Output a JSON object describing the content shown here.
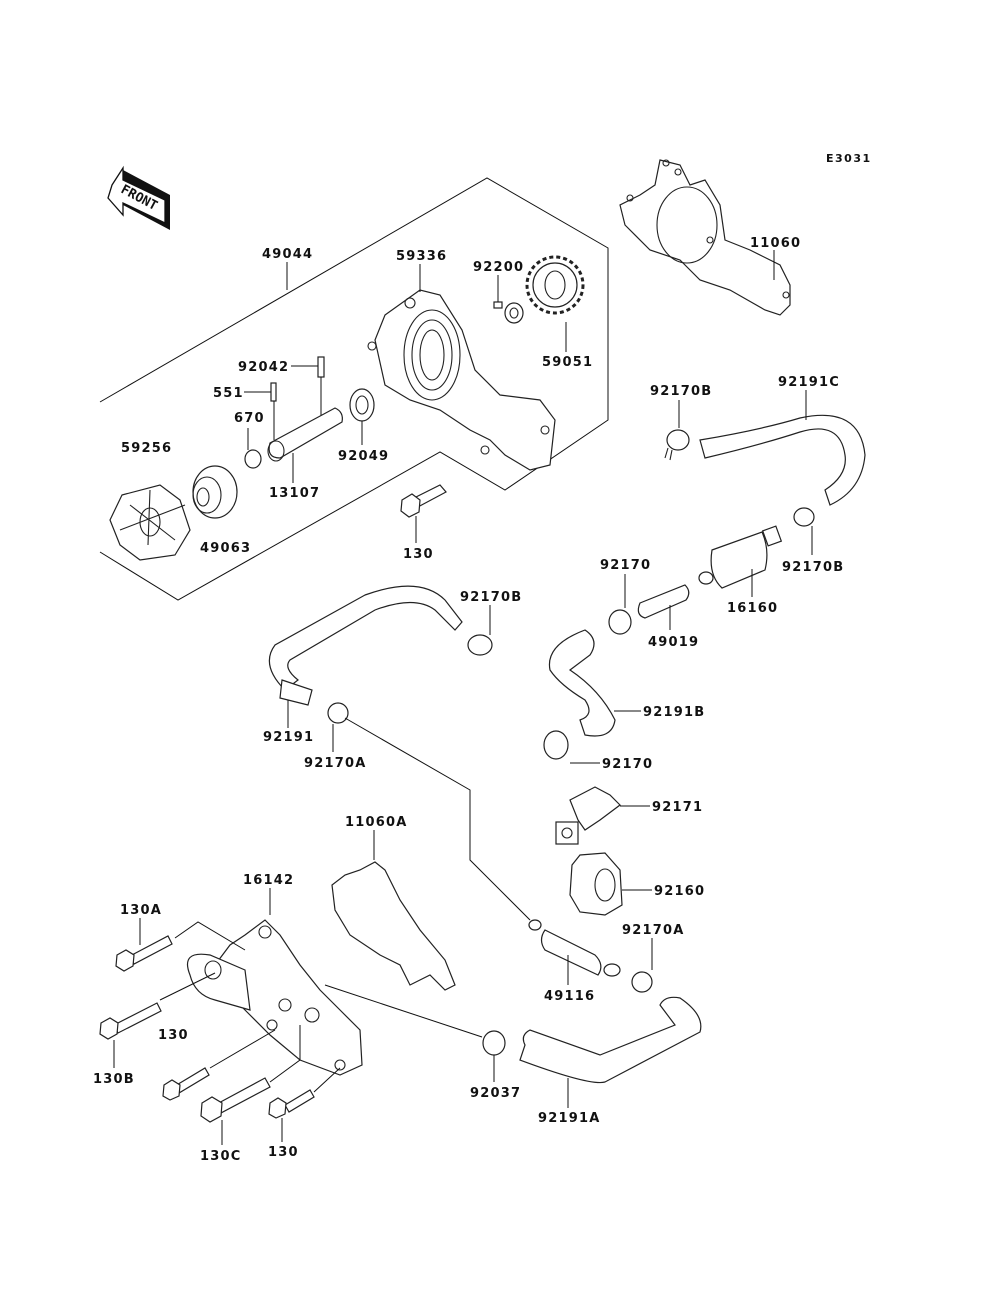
{
  "diagram": {
    "code": "E3031",
    "front_label": "FRONT",
    "accent_color": "#111111",
    "labels": {
      "p49044": "49044",
      "p59336": "59336",
      "p92200": "92200",
      "p59051": "59051",
      "p92042": "92042",
      "p551": "551",
      "p670": "670",
      "p59256": "59256",
      "p13107": "13107",
      "p92049": "92049",
      "p49063": "49063",
      "p130_top": "130",
      "p11060": "11060",
      "p92170B_top": "92170B",
      "p92191C": "92191C",
      "p92170B_right": "92170B",
      "p16160": "16160",
      "p92170_top": "92170",
      "p49019": "49019",
      "p92170B_mid": "92170B",
      "p92191": "92191",
      "p92170A_left": "92170A",
      "p92191B": "92191B",
      "p92170_mid": "92170",
      "p92171": "92171",
      "p11060A": "11060A",
      "p92160": "92160",
      "p16142": "16142",
      "p130A": "130A",
      "p92170A_right": "92170A",
      "p49116": "49116",
      "p130_mid": "130",
      "p130B": "130B",
      "p92037": "92037",
      "p92191A": "92191A",
      "p130C": "130C",
      "p130_bottom": "130"
    }
  }
}
